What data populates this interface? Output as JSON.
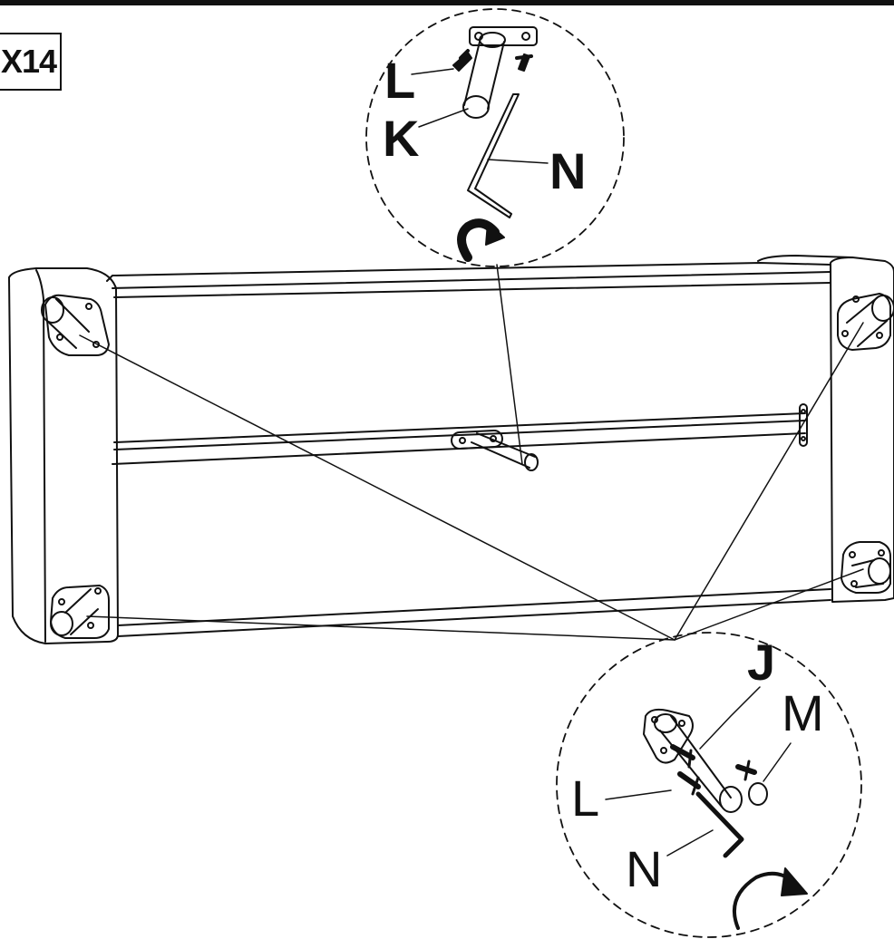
{
  "quantity_label": "X14",
  "labels": {
    "top": {
      "screw": "L",
      "leg": "K",
      "key": "N"
    },
    "bottom": {
      "leg": "J",
      "cap": "M",
      "screw": "L",
      "key": "N"
    }
  },
  "colors": {
    "line": "#111111",
    "background": "#ffffff"
  }
}
